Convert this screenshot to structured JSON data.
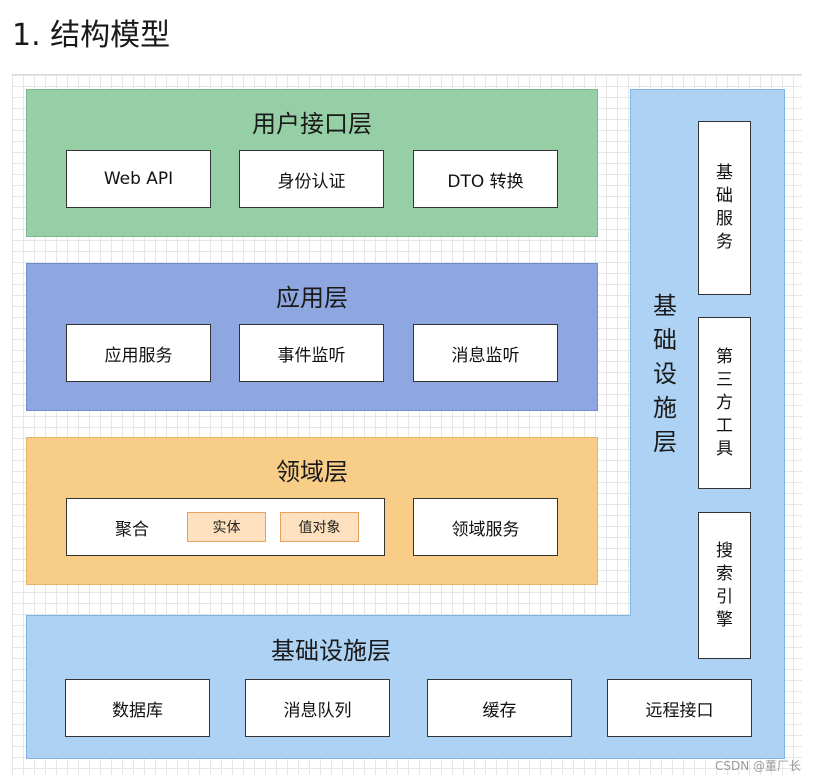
{
  "heading": "1. 结构模型",
  "ui_layer": {
    "title": "用户接口层",
    "items": [
      "Web API",
      "身份认证",
      "DTO 转换"
    ]
  },
  "app_layer": {
    "title": "应用层",
    "items": [
      "应用服务",
      "事件监听",
      "消息监听"
    ]
  },
  "domain_layer": {
    "title": "领域层",
    "aggregate": {
      "label": "聚合",
      "tags": [
        "实体",
        "值对象"
      ]
    },
    "service": "领域服务"
  },
  "infra_layer": {
    "vertical_title": "基\n础\n设\n施\n层",
    "title": "基础设施层",
    "side_items": [
      "基\n础\n服\n务",
      "第\n三\n方\n工\n具",
      "搜\n索\n引\n擎"
    ],
    "items": [
      "数据库",
      "消息队列",
      "缓存",
      "远程接口"
    ]
  },
  "watermark": "CSDN @董厂长",
  "colors": {
    "ui_layer": "#96cea6",
    "app_layer": "#8ea7e0",
    "domain_layer": "#f8cd88",
    "infra_layer": "#aed2f4",
    "tag": "#fde0bd"
  }
}
